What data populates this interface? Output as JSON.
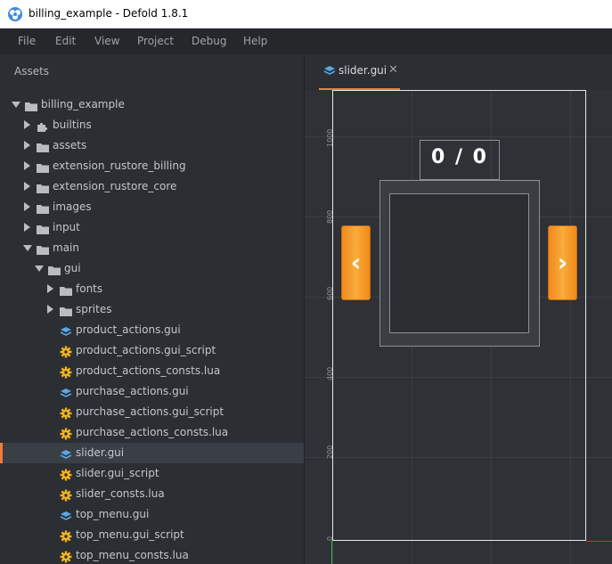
{
  "window": {
    "title": "billing_example - Defold 1.8.1"
  },
  "menu": [
    "File",
    "Edit",
    "View",
    "Project",
    "Debug",
    "Help"
  ],
  "assets": {
    "header": "Assets",
    "items": [
      {
        "label": "billing_example",
        "icon": "folder-icon",
        "expander": "expanded"
      },
      {
        "label": "builtins",
        "icon": "puzzle-icon",
        "expander": "collapsed"
      },
      {
        "label": "assets",
        "icon": "folder-icon",
        "expander": "collapsed"
      },
      {
        "label": "extension_rustore_billing",
        "icon": "folder-icon",
        "expander": "collapsed"
      },
      {
        "label": "extension_rustore_core",
        "icon": "folder-icon",
        "expander": "collapsed"
      },
      {
        "label": "images",
        "icon": "folder-icon",
        "expander": "collapsed"
      },
      {
        "label": "input",
        "icon": "folder-icon",
        "expander": "collapsed"
      },
      {
        "label": "main",
        "icon": "folder-icon",
        "expander": "expanded"
      },
      {
        "label": "gui",
        "icon": "folder-icon",
        "expander": "expanded"
      },
      {
        "label": "fonts",
        "icon": "folder-icon",
        "expander": "collapsed"
      },
      {
        "label": "sprites",
        "icon": "folder-icon",
        "expander": "collapsed"
      },
      {
        "label": "product_actions.gui",
        "icon": "gui-file-icon",
        "expander": "none"
      },
      {
        "label": "product_actions.gui_script",
        "icon": "gear-icon",
        "expander": "none"
      },
      {
        "label": "product_actions_consts.lua",
        "icon": "gear-icon",
        "expander": "none"
      },
      {
        "label": "purchase_actions.gui",
        "icon": "gui-file-icon",
        "expander": "none"
      },
      {
        "label": "purchase_actions.gui_script",
        "icon": "gear-icon",
        "expander": "none"
      },
      {
        "label": "purchase_actions_consts.lua",
        "icon": "gear-icon",
        "expander": "none"
      },
      {
        "label": "slider.gui",
        "icon": "gui-file-icon",
        "expander": "none",
        "selected": true
      },
      {
        "label": "slider.gui_script",
        "icon": "gear-icon",
        "expander": "none"
      },
      {
        "label": "slider_consts.lua",
        "icon": "gear-icon",
        "expander": "none"
      },
      {
        "label": "top_menu.gui",
        "icon": "gui-file-icon",
        "expander": "none"
      },
      {
        "label": "top_menu.gui_script",
        "icon": "gear-icon",
        "expander": "none"
      },
      {
        "label": "top_menu_consts.lua",
        "icon": "gear-icon",
        "expander": "none"
      }
    ]
  },
  "editor": {
    "tab": {
      "label": "slider.gui",
      "close": "✕"
    },
    "ruler": [
      "1000",
      "800",
      "600",
      "400",
      "200",
      "0"
    ],
    "scene": {
      "counter_text": "0 / 0",
      "left_arrow": "‹",
      "right_arrow": "›"
    }
  },
  "colors": {
    "accent": "#f57c37",
    "folder": "#b9bdc3",
    "gear": "#f2b31d",
    "gui": "#5aa8e6",
    "button": "#f8a42e"
  }
}
